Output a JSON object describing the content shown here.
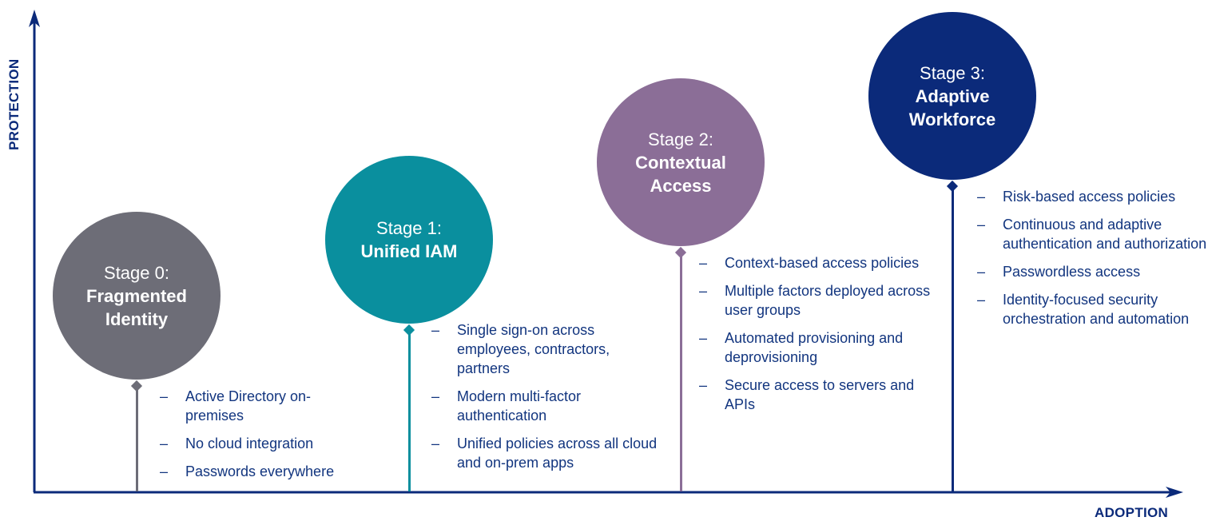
{
  "axes": {
    "y_label": "PROTECTION",
    "x_label": "ADOPTION",
    "color": "#0b2a7a"
  },
  "stages": [
    {
      "stage": "Stage 0:",
      "name_lines": [
        "Fragmented",
        "Identity"
      ],
      "color": "#6d6d77",
      "bullets": [
        "Active Directory on-premises",
        "No cloud integration",
        "Passwords everywhere"
      ]
    },
    {
      "stage": "Stage 1:",
      "name_lines": [
        "Unified IAM"
      ],
      "color": "#0a8f9e",
      "bullets": [
        "Single sign-on across employees, contractors, partners",
        "Modern multi-factor authentication",
        "Unified policies across all cloud and on-prem apps"
      ]
    },
    {
      "stage": "Stage 2:",
      "name_lines": [
        "Contextual",
        "Access"
      ],
      "color": "#8b6e97",
      "bullets": [
        "Context-based access policies",
        "Multiple factors deployed across user groups",
        "Automated provisioning and deprovisioning",
        "Secure access to servers and APIs"
      ]
    },
    {
      "stage": "Stage 3:",
      "name_lines": [
        "Adaptive",
        "Workforce"
      ],
      "color": "#0b2a7a",
      "bullets": [
        "Risk-based access policies",
        "Continuous and adaptive authentication and authorization",
        "Passwordless access",
        "Identity-focused security orchestration and automation"
      ]
    }
  ],
  "bullet_marker": "–"
}
